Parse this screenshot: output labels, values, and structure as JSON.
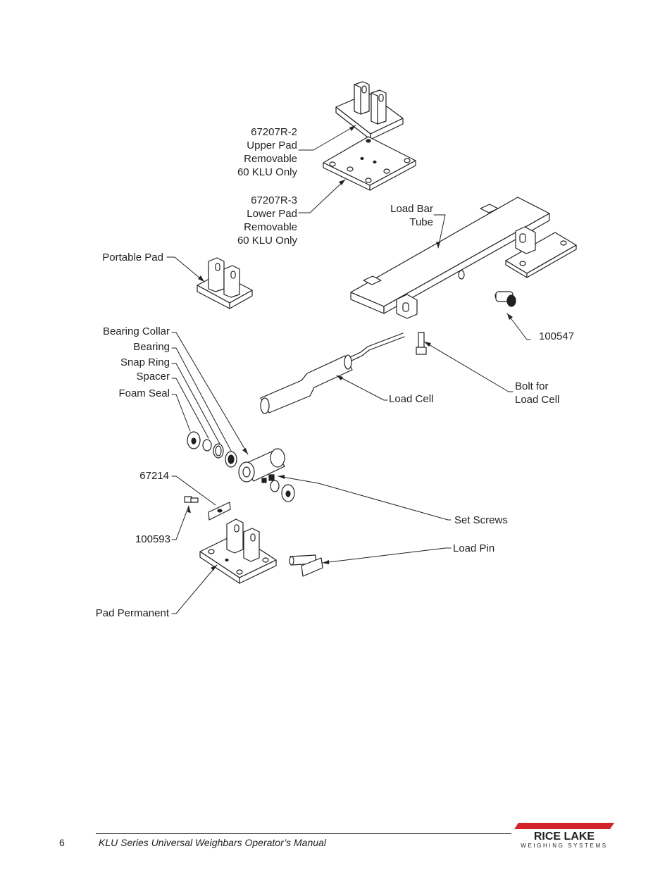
{
  "labels": {
    "upper_pad": [
      "67207R-2",
      "Upper Pad",
      "Removable",
      "60 KLU Only"
    ],
    "lower_pad": [
      "67207R-3",
      "Lower Pad",
      "Removable",
      "60 KLU Only"
    ],
    "load_bar_tube": [
      "Load Bar",
      "Tube"
    ],
    "portable_pad": "Portable Pad",
    "part_100547": "100547",
    "bearing_collar": "Bearing Collar",
    "bearing": "Bearing",
    "snap_ring": "Snap Ring",
    "spacer": "Spacer",
    "foam_seal": "Foam Seal",
    "load_cell": "Load Cell",
    "bolt_for_load_cell": [
      "Bolt for",
      "Load Cell"
    ],
    "part_67214": "67214",
    "set_screws": "Set Screws",
    "part_100593": "100593",
    "load_pin": "Load Pin",
    "pad_permanent": "Pad Permanent"
  },
  "footer": {
    "page_number": "6",
    "manual_title": "KLU Series Universal Weighbars Operator’s Manual"
  },
  "logo": {
    "line1": "RICE LAKE",
    "line2": "WEIGHING SYSTEMS",
    "color": "#d2232a"
  }
}
